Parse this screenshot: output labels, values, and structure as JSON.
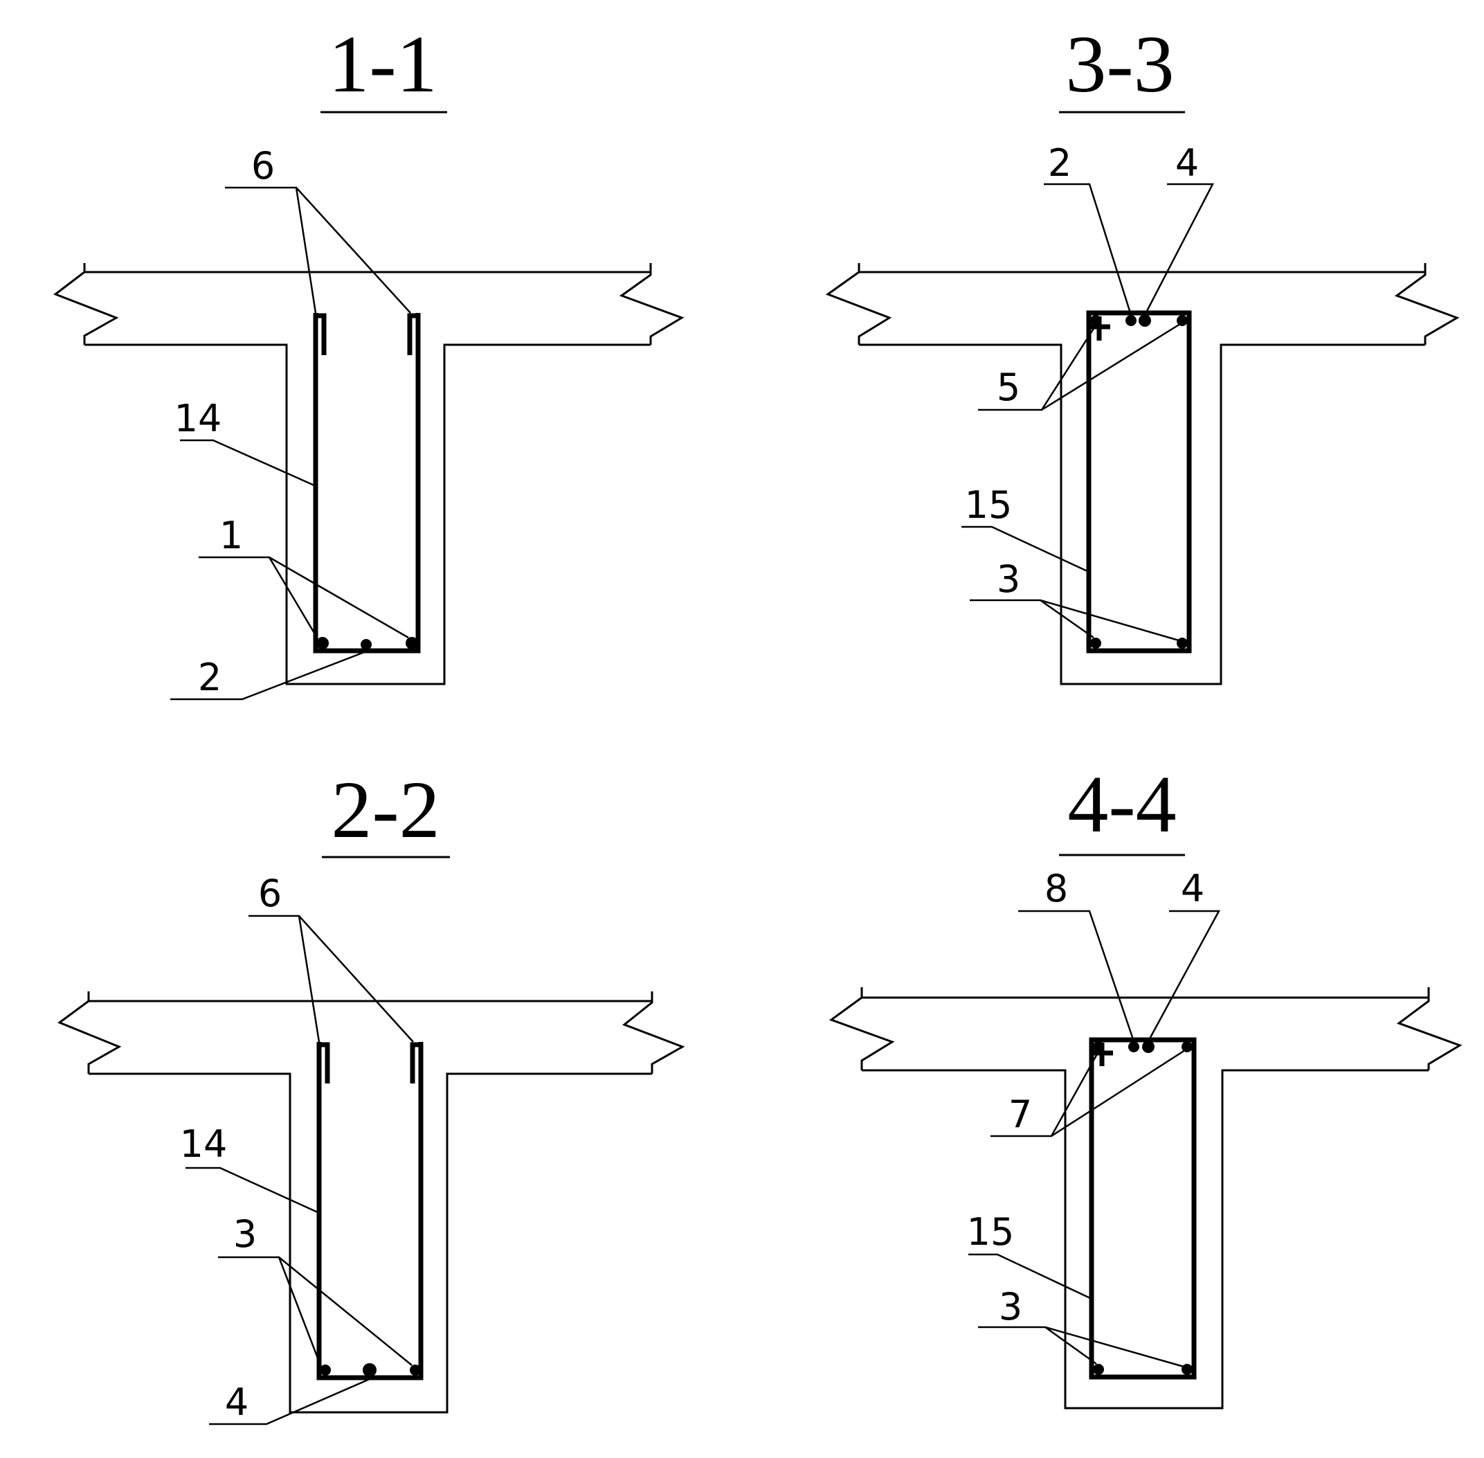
{
  "sections": [
    {
      "title": "1-1",
      "labels": {
        "top": "6",
        "stirrup": "14",
        "bottom_bars": "1",
        "bottom_mid": "2"
      }
    },
    {
      "title": "3-3",
      "labels": {
        "top_left": "2",
        "top_right": "4",
        "top_bars": "5",
        "stirrup": "15",
        "bottom_bars": "3"
      }
    },
    {
      "title": "2-2",
      "labels": {
        "top": "6",
        "stirrup": "14",
        "bottom_bars": "3",
        "bottom_mid": "4"
      }
    },
    {
      "title": "4-4",
      "labels": {
        "top_left": "8",
        "top_right": "4",
        "top_bars": "7",
        "stirrup": "15",
        "bottom_bars": "3"
      }
    }
  ]
}
